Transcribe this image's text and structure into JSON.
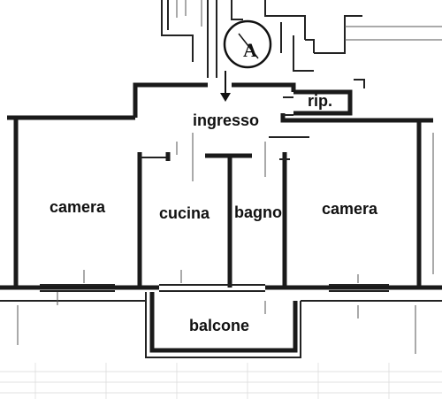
{
  "plan": {
    "rooms": {
      "ingresso": "ingresso",
      "rip": "rip.",
      "camera_left": "camera",
      "cucina": "cucina",
      "bagno": "bagno",
      "camera_right": "camera",
      "balcone": "balcone"
    },
    "compass_letter": "A",
    "colors": {
      "wall": "#1a1a1a",
      "paper": "#ffffff",
      "grid": "#d8d8d8"
    }
  }
}
